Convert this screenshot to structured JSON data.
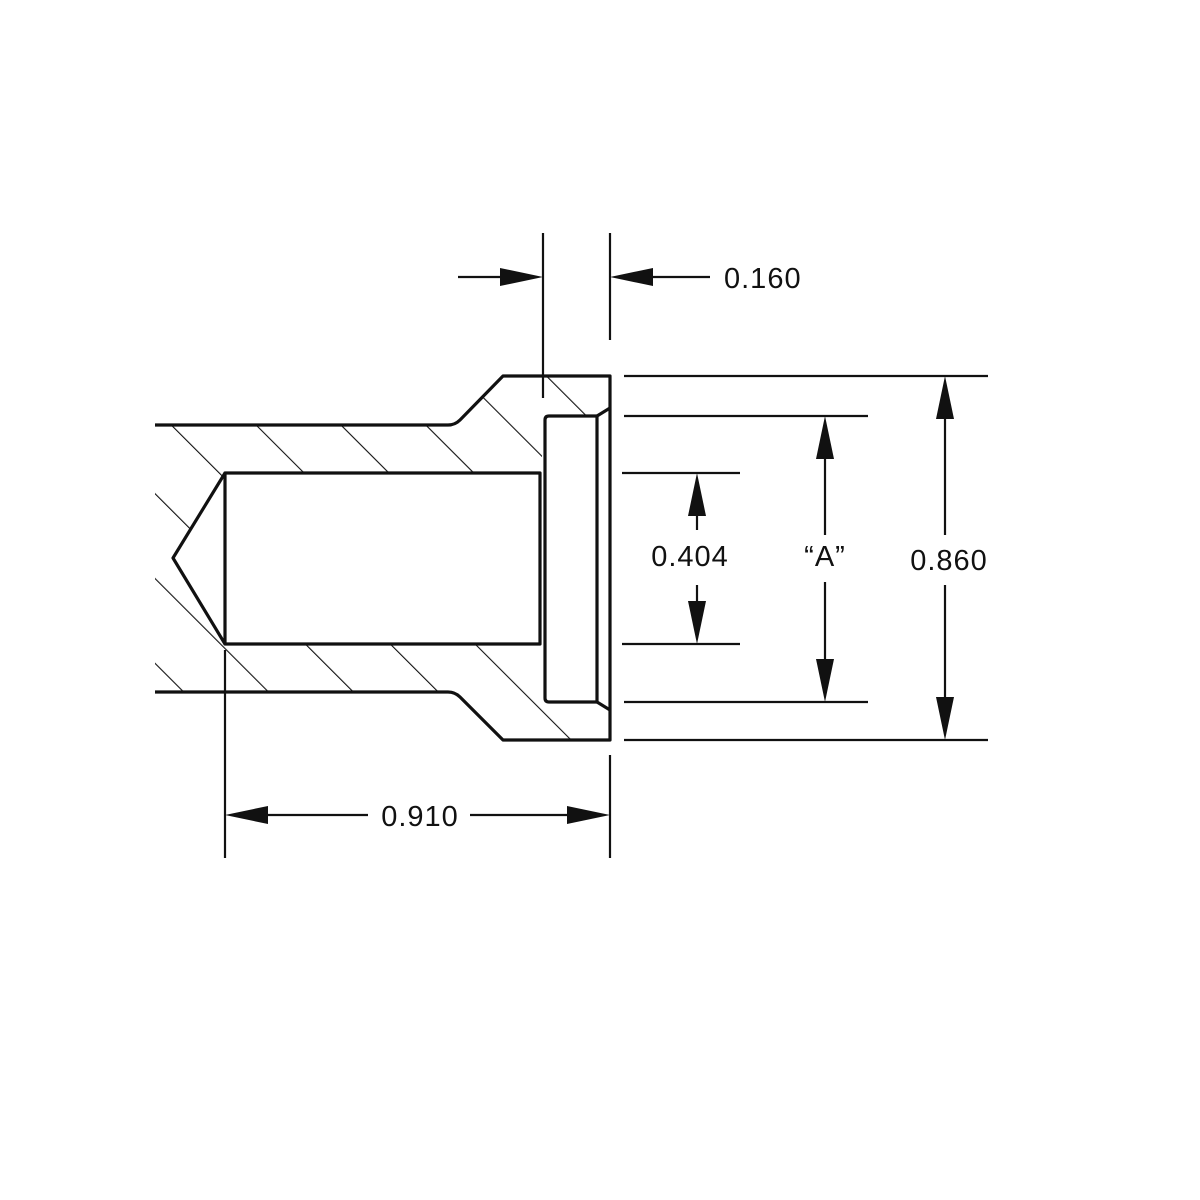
{
  "drawing": {
    "dimensions": {
      "counterbore_depth": "0.160",
      "bore_diameter": "0.404",
      "counterbore_diameter": "“A”",
      "outer_diameter": "0.860",
      "bore_depth": "0.910"
    },
    "colors": {
      "line": "#111111",
      "background": "#ffffff"
    }
  }
}
